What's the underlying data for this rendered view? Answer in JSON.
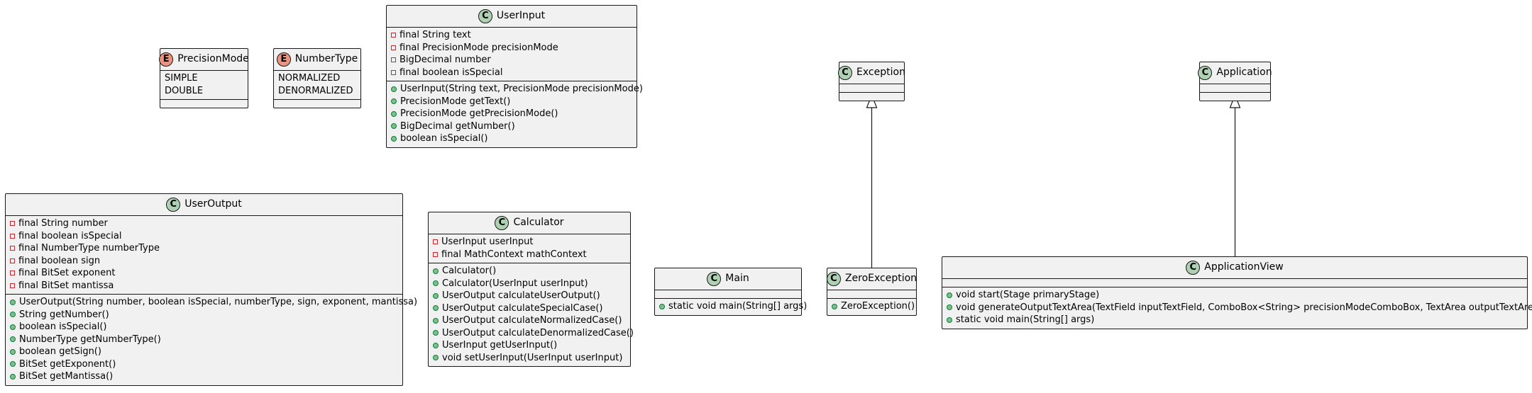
{
  "enums": [
    {
      "id": "precision-mode",
      "name": "PrecisionMode",
      "stereotype": "E",
      "literals": [
        "SIMPLE",
        "DOUBLE"
      ]
    },
    {
      "id": "number-type",
      "name": "NumberType",
      "stereotype": "E",
      "literals": [
        "NORMALIZED",
        "DENORMALIZED"
      ]
    }
  ],
  "classes": [
    {
      "id": "user-input",
      "name": "UserInput",
      "stereotype": "C",
      "fields": [
        {
          "vis": "private",
          "text": "final String text"
        },
        {
          "vis": "private",
          "text": "final PrecisionMode precisionMode"
        },
        {
          "vis": "private",
          "text": "BigDecimal number"
        },
        {
          "vis": "private",
          "text": "final boolean isSpecial"
        }
      ],
      "methods": [
        {
          "vis": "public",
          "text": "UserInput(String text, PrecisionMode precisionMode)"
        },
        {
          "vis": "public",
          "text": "PrecisionMode getText()"
        },
        {
          "vis": "public",
          "text": "PrecisionMode getPrecisionMode()"
        },
        {
          "vis": "public",
          "text": "BigDecimal getNumber()"
        },
        {
          "vis": "public",
          "text": "boolean isSpecial()"
        }
      ]
    },
    {
      "id": "exception",
      "name": "Exception",
      "stereotype": "C",
      "fields": [],
      "methods": []
    },
    {
      "id": "application",
      "name": "Application",
      "stereotype": "C",
      "fields": [],
      "methods": []
    },
    {
      "id": "user-output",
      "name": "UserOutput",
      "stereotype": "C",
      "fields": [
        {
          "vis": "private",
          "text": "final String number"
        },
        {
          "vis": "private",
          "text": "final boolean isSpecial"
        },
        {
          "vis": "private",
          "text": "final NumberType numberType"
        },
        {
          "vis": "private",
          "text": "final boolean sign"
        },
        {
          "vis": "private",
          "text": "final BitSet exponent"
        },
        {
          "vis": "private",
          "text": "final BitSet mantissa"
        }
      ],
      "methods": [
        {
          "vis": "public",
          "text": "UserOutput(String number, boolean isSpecial, numberType, sign, exponent, mantissa)"
        },
        {
          "vis": "public",
          "text": "String getNumber()"
        },
        {
          "vis": "public",
          "text": "boolean isSpecial()"
        },
        {
          "vis": "public",
          "text": "NumberType getNumberType()"
        },
        {
          "vis": "public",
          "text": "boolean getSign()"
        },
        {
          "vis": "public",
          "text": "BitSet getExponent()"
        },
        {
          "vis": "public",
          "text": "BitSet getMantissa()"
        }
      ]
    },
    {
      "id": "calculator",
      "name": "Calculator",
      "stereotype": "C",
      "fields": [
        {
          "vis": "private",
          "text": "UserInput userInput"
        },
        {
          "vis": "private",
          "text": "final MathContext mathContext"
        }
      ],
      "methods": [
        {
          "vis": "public",
          "text": "Calculator()"
        },
        {
          "vis": "public",
          "text": "Calculator(UserInput userInput)"
        },
        {
          "vis": "public",
          "text": "UserOutput calculateUserOutput()"
        },
        {
          "vis": "public",
          "text": "UserOutput calculateSpecialCase()"
        },
        {
          "vis": "public",
          "text": "UserOutput calculateNormalizedCase()"
        },
        {
          "vis": "public",
          "text": "UserOutput calculateDenormalizedCase()"
        },
        {
          "vis": "public",
          "text": "UserInput getUserInput()"
        },
        {
          "vis": "public",
          "text": "void setUserInput(UserInput userInput)"
        }
      ]
    },
    {
      "id": "main",
      "name": "Main",
      "stereotype": "C",
      "fields": [],
      "methods": [
        {
          "vis": "public",
          "text": "static void main(String[] args)"
        }
      ]
    },
    {
      "id": "zero-exception",
      "name": "ZeroException",
      "stereotype": "C",
      "fields": [],
      "methods": [
        {
          "vis": "public",
          "text": "ZeroException()"
        }
      ]
    },
    {
      "id": "application-view",
      "name": "ApplicationView",
      "stereotype": "C",
      "fields": [],
      "methods": [
        {
          "vis": "public",
          "text": "void start(Stage primaryStage)"
        },
        {
          "vis": "public",
          "text": "void generateOutputTextArea(TextField inputTextField, ComboBox<String> precisionModeComboBox, TextArea outputTextArea)"
        },
        {
          "vis": "public",
          "text": "static void main(String[] args)"
        }
      ]
    }
  ],
  "relations": [
    {
      "type": "extends",
      "from": "ZeroException",
      "to": "Exception"
    },
    {
      "type": "extends",
      "from": "ApplicationView",
      "to": "Application"
    }
  ]
}
